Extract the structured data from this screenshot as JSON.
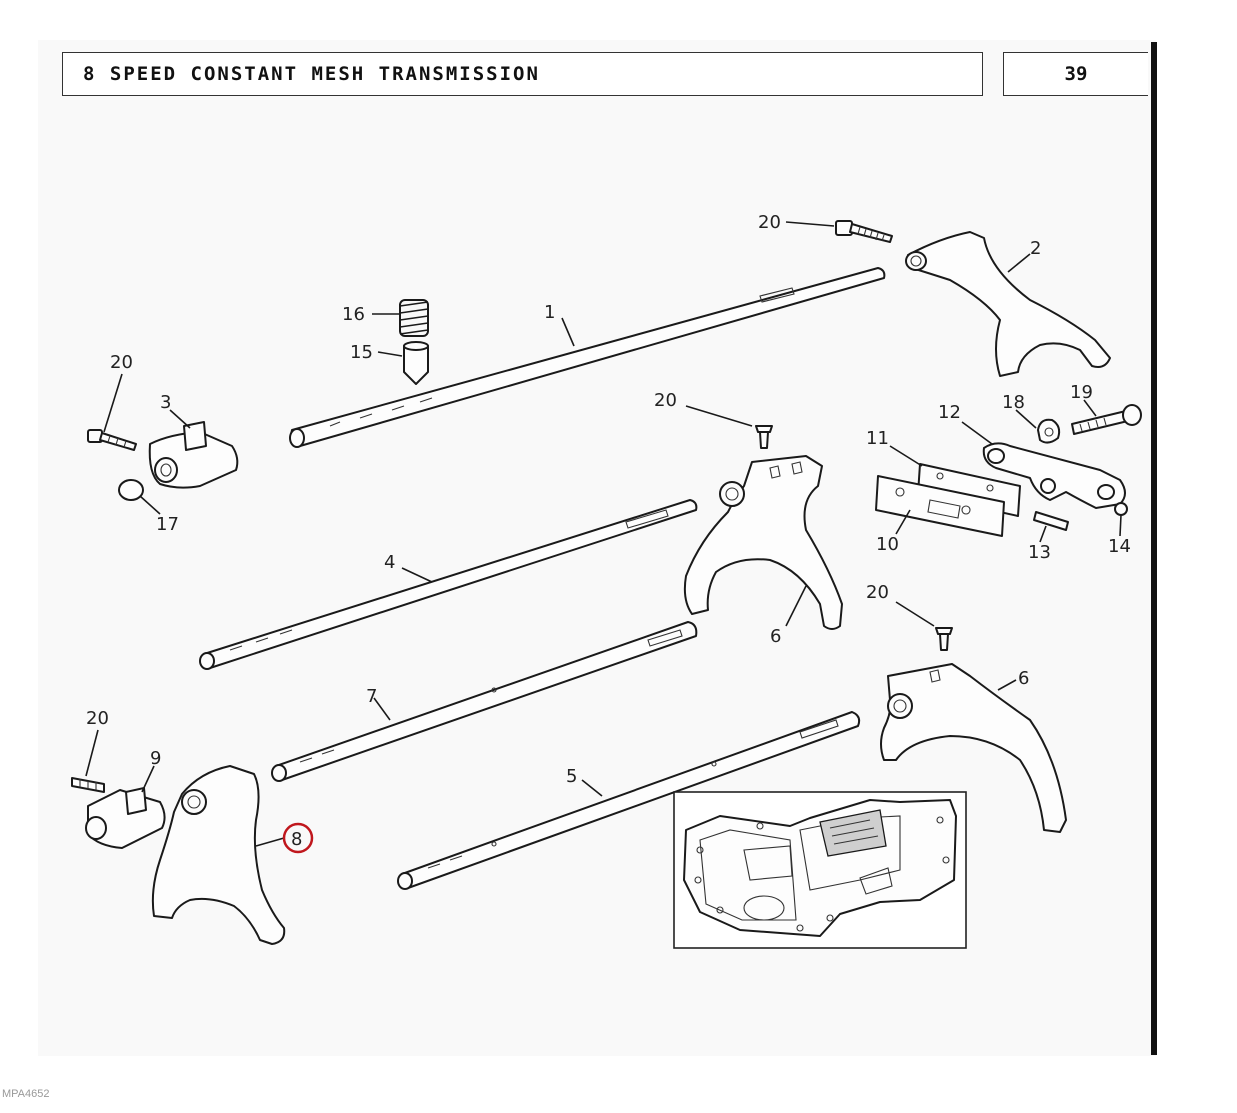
{
  "header": {
    "title": "8 SPEED CONSTANT MESH TRANSMISSION",
    "page_number": "39"
  },
  "callouts": {
    "c1": "1",
    "c2": "2",
    "c3": "3",
    "c4": "4",
    "c5": "5",
    "c6a": "6",
    "c6b": "6",
    "c7": "7",
    "c8": "8",
    "c9": "9",
    "c10": "10",
    "c11": "11",
    "c12": "12",
    "c13": "13",
    "c14": "14",
    "c15": "15",
    "c16": "16",
    "c17": "17",
    "c18": "18",
    "c19": "19",
    "c20a": "20",
    "c20b": "20",
    "c20c": "20",
    "c20d": "20",
    "c20e": "20"
  },
  "highlighted_callout": "8",
  "highlight_color": "#c0171d",
  "image_code": "MPA4652"
}
